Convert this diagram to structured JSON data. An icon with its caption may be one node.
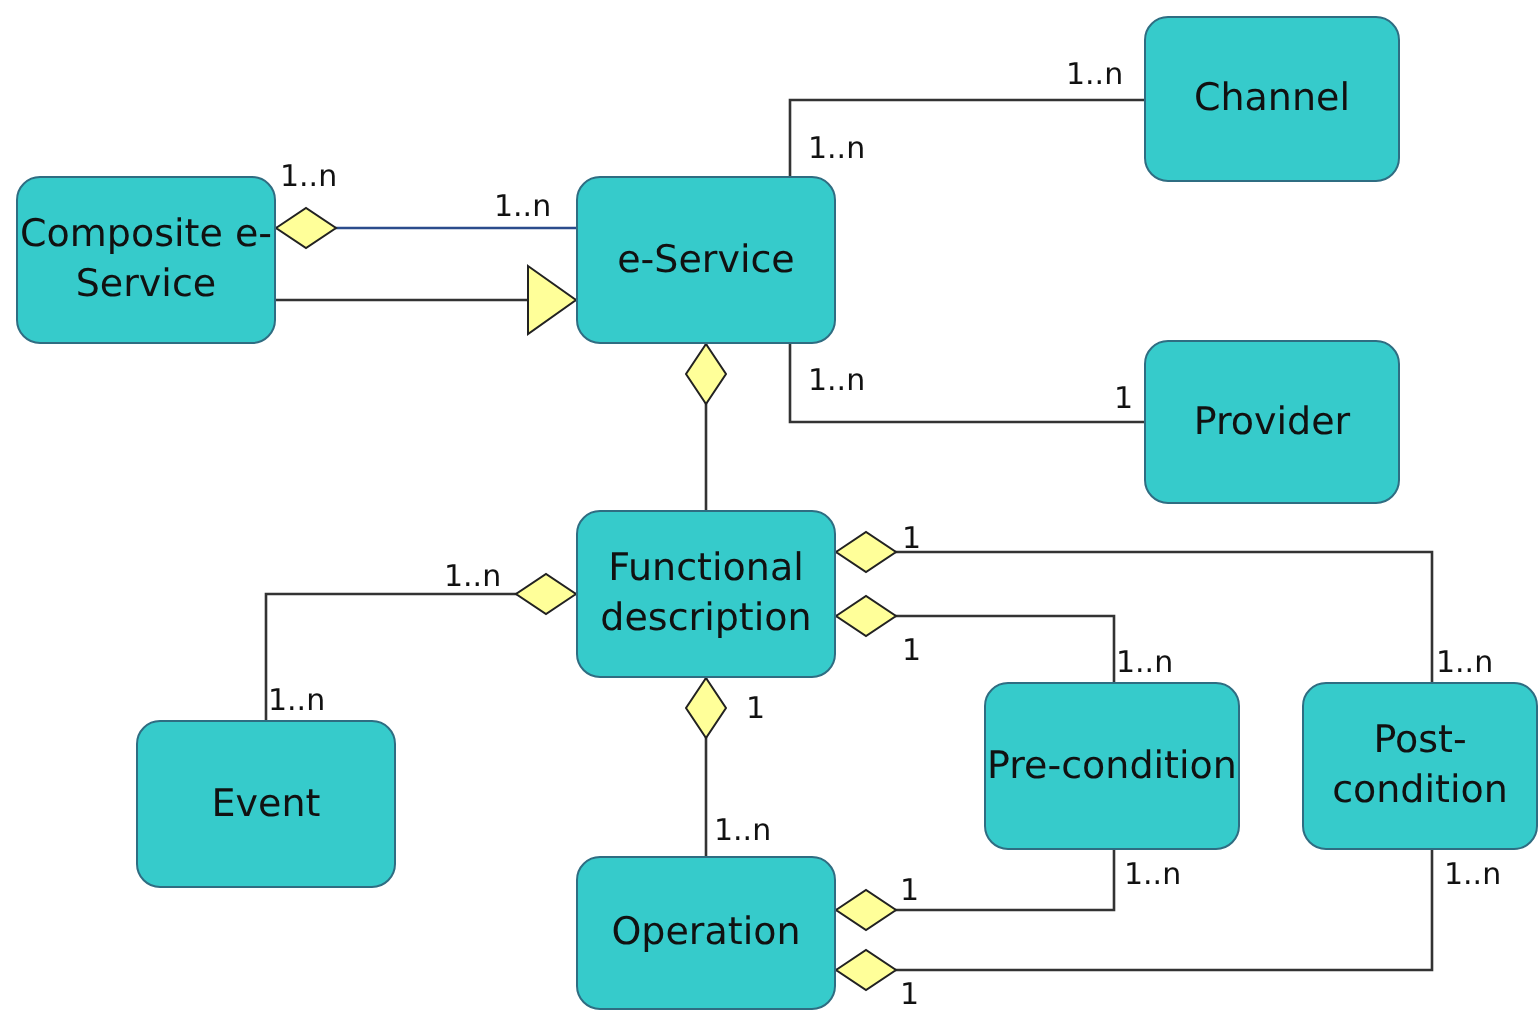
{
  "diagram": {
    "nodes": [
      {
        "text": [
          "Channel"
        ]
      },
      {
        "text": [
          "Composite e-Service"
        ]
      },
      {
        "text": [
          "e-Service"
        ]
      },
      {
        "text": [
          "Provider"
        ]
      },
      {
        "text": [
          "Functional description"
        ]
      },
      {
        "text": [
          "Event"
        ]
      },
      {
        "text": [
          "Pre-condition"
        ]
      },
      {
        "text": [
          "Post-condition"
        ]
      },
      {
        "text": [
          "Operation"
        ]
      }
    ],
    "edges": [
      {
        "from": 2,
        "to": 0,
        "arrow": "none"
      },
      {
        "from": 1,
        "to": 2,
        "arrow": "other",
        "color": "#2b4c8c"
      },
      {
        "from": 1,
        "to": 2,
        "arrow": "to"
      },
      {
        "from": 2,
        "to": 3,
        "arrow": "none"
      },
      {
        "from": 2,
        "to": 4,
        "arrow": "other"
      },
      {
        "from": 4,
        "to": 5,
        "arrow": "other"
      },
      {
        "from": 4,
        "to": 7,
        "arrow": "other"
      },
      {
        "from": 4,
        "to": 6,
        "arrow": "other"
      },
      {
        "from": 4,
        "to": 8,
        "arrow": "other"
      },
      {
        "from": 8,
        "to": 6,
        "arrow": "other"
      },
      {
        "from": 8,
        "to": 7,
        "arrow": "other"
      }
    ],
    "labels": [
      "1..n",
      "1..n",
      "1..n",
      "1..n",
      "1..n",
      "1",
      "1",
      "1..n",
      "1",
      "1..n",
      "1..n",
      "1..n",
      "1",
      "1..n",
      "1..n",
      "1..n",
      "1",
      "1"
    ]
  }
}
